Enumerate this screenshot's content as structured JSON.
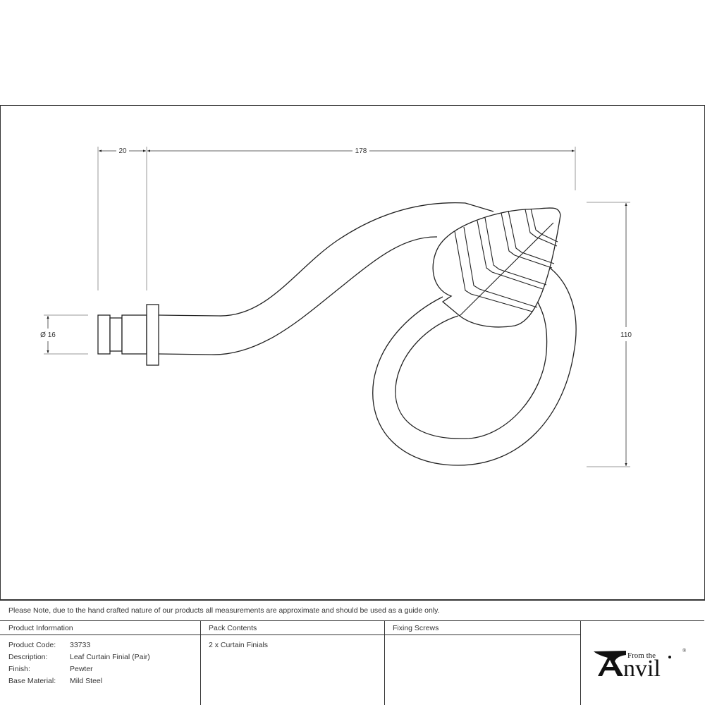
{
  "drawing": {
    "dimensions": {
      "spigot_length": "20",
      "overall_length": "178",
      "diameter": "Ø 16",
      "height": "110"
    },
    "line_color": "#222222",
    "dim_line_color": "#888888"
  },
  "note": {
    "text": "Please Note, due to the hand crafted nature of our products all measurements are approximate and should be used as a guide only."
  },
  "table": {
    "product_information": {
      "header": "Product Information",
      "rows": [
        {
          "label": "Product Code:",
          "value": "33733"
        },
        {
          "label": "Description:",
          "value": "Leaf Curtain Finial (Pair)"
        },
        {
          "label": "Finish:",
          "value": "Pewter"
        },
        {
          "label": "Base Material:",
          "value": "Mild Steel"
        }
      ]
    },
    "pack_contents": {
      "header": "Pack Contents",
      "items": [
        "2 x Curtain Finials"
      ]
    },
    "fixing_screws": {
      "header": "Fixing Screws",
      "items": []
    }
  },
  "logo": {
    "small_text": "From the",
    "big_text": "nvil",
    "registered": "®",
    "color": "#111111"
  }
}
